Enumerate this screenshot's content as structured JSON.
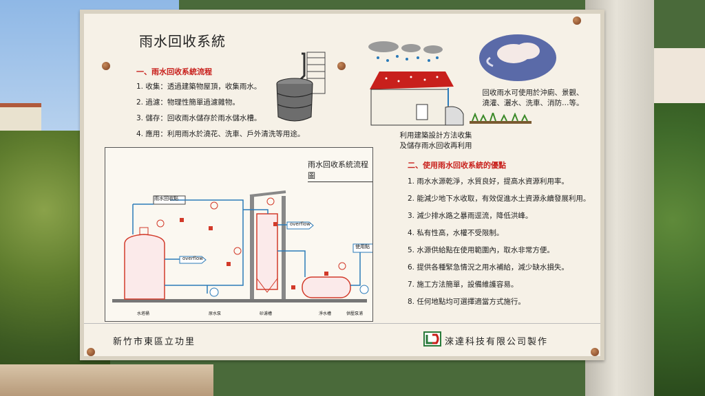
{
  "sign": {
    "title": "雨水回收系統",
    "section1": {
      "heading": "一、雨水回收系統流程",
      "items": [
        "1. 收集：透過建築物屋頂，收集雨水。",
        "2. 過濾：物理性簡單過濾雜物。",
        "3. 儲存：回收雨水儲存於雨水儲水槽。",
        "4. 應用：利用雨水於澆花、洗車、戶外清洗等用途。"
      ]
    },
    "captions": {
      "house": [
        "利用建築設計方法收集",
        "及儲存雨水回收再利用"
      ],
      "uses": [
        "回收雨水可使用於沖廁、景觀、",
        "澆灌、灑水、洗車、消防…等。"
      ]
    },
    "diagram": {
      "title": "雨水回收系統流程圖",
      "labels": {
        "roof": "雨水回收點",
        "overflow1": "overflow",
        "overflow2": "overflow",
        "use_point": "使用點",
        "t1": "水塔桶",
        "t2": "原水泵",
        "t3": "砂濾槽",
        "t4": "淨水槽",
        "t5": "供壓泵浦"
      }
    },
    "section2": {
      "heading": "二、使用雨水回收系統的優點",
      "items": [
        "1. 雨水水源乾淨，水質良好，提高水資源利用率。",
        "2. 能減少地下水收取，有效促進水土資源永續發展利用。",
        "3. 減少排水路之暴雨逕流，降低洪峰。",
        "4. 私有性高，水權不受限制。",
        "5. 水源供給點在使用範圍內，取水非常方便。",
        "6. 提供各種緊急情況之用水補給，減少缺水損失。",
        "7. 施工方法簡單，設備維護容易。",
        "8. 任何地點均可選擇適當方式施行。"
      ]
    },
    "footer": {
      "location": "新竹市東區立功里",
      "maker": "淶達科技有限公司製作"
    }
  },
  "colors": {
    "accent_red": "#c8201c",
    "pipe_blue": "#2a7ab8",
    "pipe_red": "#d23a2a",
    "board_bg": "#f6f1e7"
  },
  "icons": [
    "rain-barrel-icon",
    "house-rain-icon",
    "cloud-icon",
    "tree-icon"
  ]
}
